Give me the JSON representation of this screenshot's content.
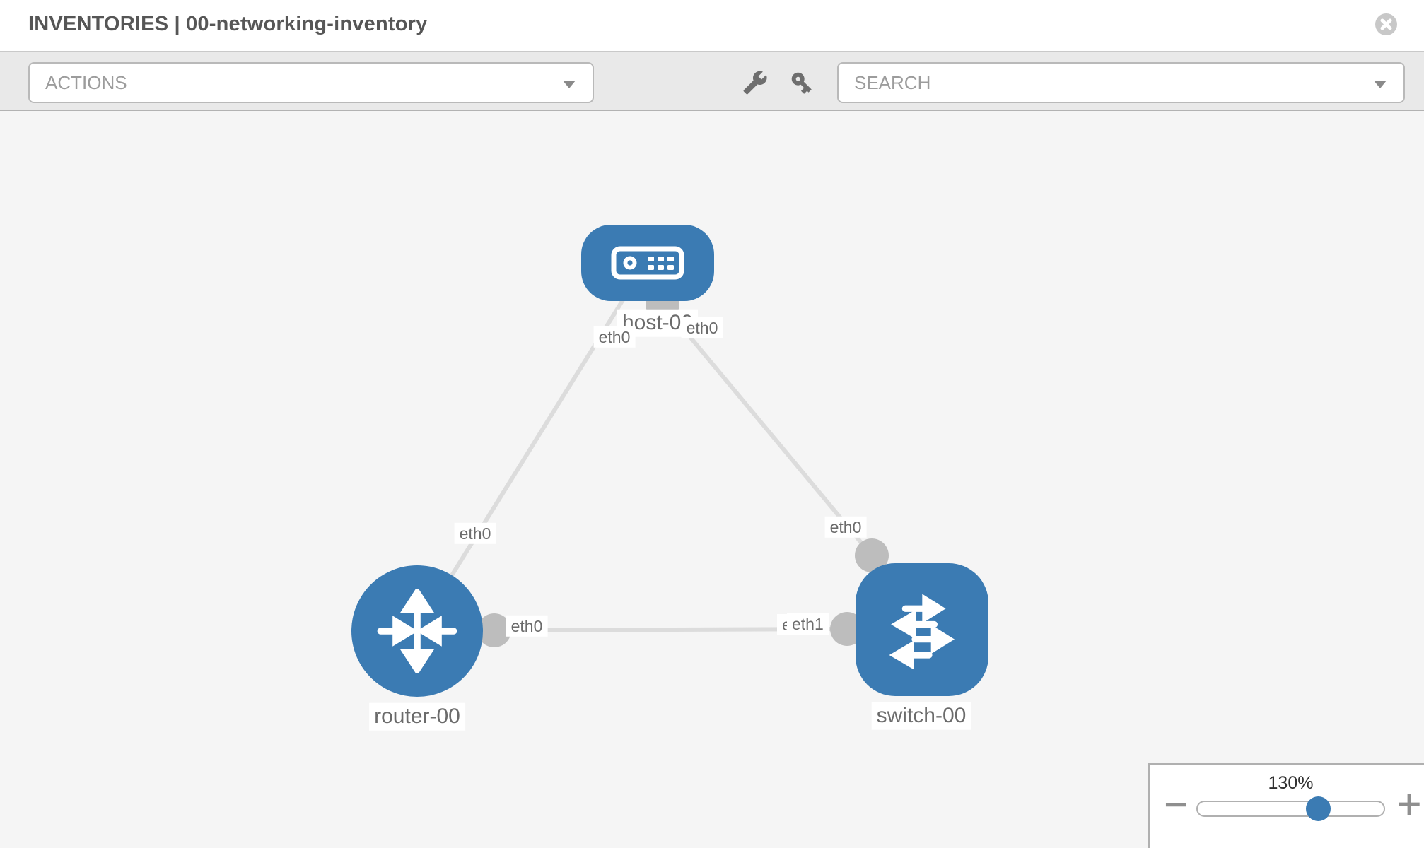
{
  "header": {
    "title": "INVENTORIES | 00-networking-inventory",
    "close_icon": "circle-x-close"
  },
  "toolbar": {
    "actions_label": "ACTIONS",
    "search_placeholder": "SEARCH",
    "icons": [
      "wrench-icon",
      "key-icon"
    ]
  },
  "topology": {
    "nodes": [
      {
        "label": "host-00",
        "type": "host",
        "icon": "server-icon"
      },
      {
        "label": "router-00",
        "type": "router",
        "icon": "router-arrows-icon"
      },
      {
        "label": "switch-00",
        "type": "switch",
        "icon": "switch-arrows-icon"
      }
    ],
    "links": [
      {
        "from": "host-00",
        "to": "router-00"
      },
      {
        "from": "host-00",
        "to": "switch-00"
      },
      {
        "from": "router-00",
        "to": "switch-00"
      }
    ],
    "interfaces": {
      "hr_host": "eth0",
      "hs_host": "eth0",
      "hr_router": "eth0",
      "rs_router": "eth0",
      "rs_switch_hidden": "eth0",
      "rs_switch": "eth1",
      "hs_switch": "eth0"
    }
  },
  "zoom_control": {
    "level": "130%",
    "minus_label": "−",
    "plus_label": "+",
    "slider_percent": 64
  },
  "colors": {
    "node_blue": "#3b7bb3",
    "link_gray": "#dcdcdc",
    "port_gray": "#bdbdbd",
    "canvas_bg": "#f5f5f5",
    "toolbar_bg": "#e9e9e9"
  }
}
